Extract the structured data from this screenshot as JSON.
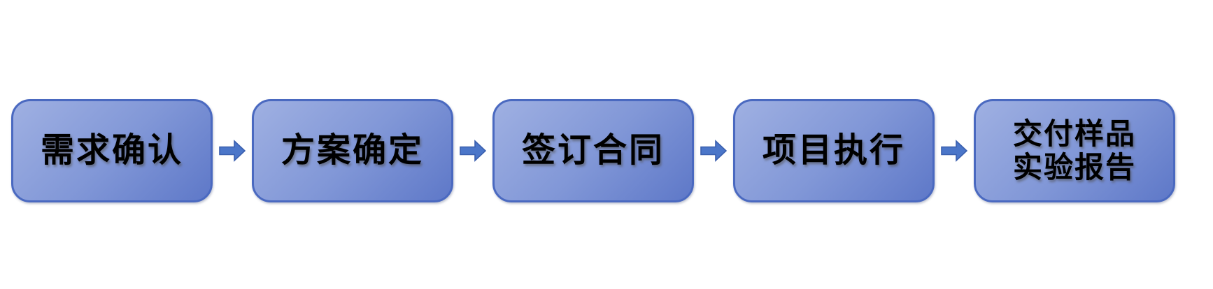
{
  "flow": {
    "steps": [
      {
        "label": "需求确认"
      },
      {
        "label": "方案确定"
      },
      {
        "label": "签订合同"
      },
      {
        "label": "项目执行"
      },
      {
        "label": "交付样品\n实验报告"
      }
    ]
  },
  "colors": {
    "box-fill-light": "#9FB0E2",
    "box-fill-mid": "#8197D7",
    "box-fill-dark": "#5E78C8",
    "box-border": "#4A69C0",
    "arrow-fill": "#4B76C9",
    "arrow-border": "#3A5FAE",
    "text-color": "#000000"
  }
}
